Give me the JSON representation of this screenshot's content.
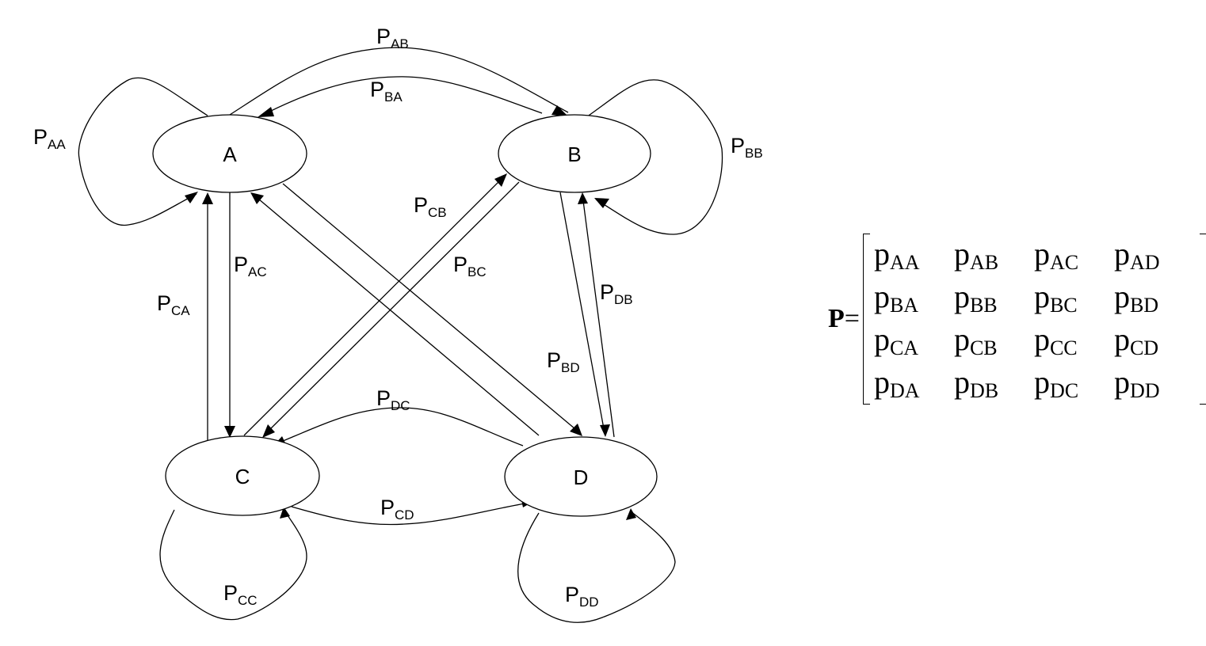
{
  "diagram": {
    "title": "Four-state Markov chain transition diagram",
    "nodes": [
      {
        "id": "A",
        "label": "A"
      },
      {
        "id": "B",
        "label": "B"
      },
      {
        "id": "C",
        "label": "C"
      },
      {
        "id": "D",
        "label": "D"
      }
    ],
    "edges": [
      {
        "from": "A",
        "to": "A",
        "label_main": "P",
        "label_sub": "AA"
      },
      {
        "from": "A",
        "to": "B",
        "label_main": "P",
        "label_sub": "AB"
      },
      {
        "from": "B",
        "to": "A",
        "label_main": "P",
        "label_sub": "BA"
      },
      {
        "from": "B",
        "to": "B",
        "label_main": "P",
        "label_sub": "BB"
      },
      {
        "from": "A",
        "to": "C",
        "label_main": "P",
        "label_sub": "AC"
      },
      {
        "from": "C",
        "to": "A",
        "label_main": "P",
        "label_sub": "CA"
      },
      {
        "from": "C",
        "to": "B",
        "label_main": "P",
        "label_sub": "CB"
      },
      {
        "from": "B",
        "to": "C",
        "label_main": "P",
        "label_sub": "BC"
      },
      {
        "from": "B",
        "to": "D",
        "label_main": "P",
        "label_sub": "BD"
      },
      {
        "from": "D",
        "to": "B",
        "label_main": "P",
        "label_sub": "DB"
      },
      {
        "from": "A",
        "to": "D",
        "label_main": "",
        "label_sub": ""
      },
      {
        "from": "D",
        "to": "A",
        "label_main": "",
        "label_sub": ""
      },
      {
        "from": "D",
        "to": "C",
        "label_main": "P",
        "label_sub": "DC"
      },
      {
        "from": "C",
        "to": "D",
        "label_main": "P",
        "label_sub": "CD"
      },
      {
        "from": "C",
        "to": "C",
        "label_main": "P",
        "label_sub": "CC"
      },
      {
        "from": "D",
        "to": "D",
        "label_main": "P",
        "label_sub": "DD"
      }
    ]
  },
  "matrix": {
    "name": "P",
    "equals": "=",
    "rows": [
      [
        {
          "main": "p",
          "sub": "AA"
        },
        {
          "main": "p",
          "sub": "AB"
        },
        {
          "main": "p",
          "sub": "AC"
        },
        {
          "main": "p",
          "sub": "AD"
        }
      ],
      [
        {
          "main": "p",
          "sub": "BA"
        },
        {
          "main": "p",
          "sub": "BB"
        },
        {
          "main": "p",
          "sub": "BC"
        },
        {
          "main": "p",
          "sub": "BD"
        }
      ],
      [
        {
          "main": "p",
          "sub": "CA"
        },
        {
          "main": "p",
          "sub": "CB"
        },
        {
          "main": "p",
          "sub": "CC"
        },
        {
          "main": "p",
          "sub": "CD"
        }
      ],
      [
        {
          "main": "p",
          "sub": "DA"
        },
        {
          "main": "p",
          "sub": "DB"
        },
        {
          "main": "p",
          "sub": "DC"
        },
        {
          "main": "p",
          "sub": "DD"
        }
      ]
    ]
  }
}
